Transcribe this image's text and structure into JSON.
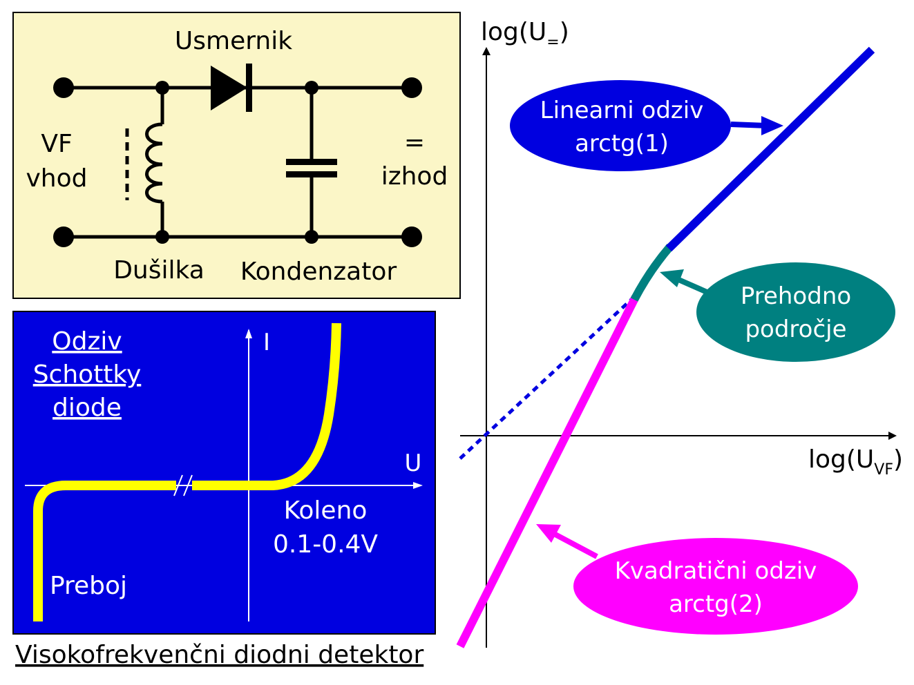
{
  "circuit": {
    "rectifier_label": "Usmernik",
    "input_label_line1": "VF",
    "input_label_line2": "vhod",
    "output_label_line1": "=",
    "output_label_line2": "izhod",
    "choke_label": "Dušilka",
    "capacitor_label": "Kondenzator"
  },
  "diode_iv": {
    "title_line1": "Odziv",
    "title_line2": "Schottky",
    "title_line3": "diode",
    "current_axis": "I",
    "voltage_axis": "U",
    "knee_label_line1": "Koleno",
    "knee_label_line2": "0.1-0.4V",
    "breakdown_label": "Preboj"
  },
  "caption": "Visokofrekvenčni diodni detektor",
  "response": {
    "y_axis_label": "log(U",
    "y_axis_sub": "=",
    "y_axis_close": ")",
    "x_axis_label": "log(U",
    "x_axis_sub": "VF",
    "x_axis_close": ")",
    "linear_line1": "Linearni odziv",
    "linear_line2": "arctg(1)",
    "transition_line1": "Prehodno",
    "transition_line2": "področje",
    "square_line1": "Kvadratični odziv",
    "square_line2": "arctg(2)"
  },
  "colors": {
    "circuit_bg": "#fbf6c7",
    "iv_bg": "#0000e0",
    "iv_curve": "#ffff00",
    "linear": "#0000e0",
    "transition": "#008080",
    "square": "#ff00ff",
    "dashed": "#0000e0"
  }
}
